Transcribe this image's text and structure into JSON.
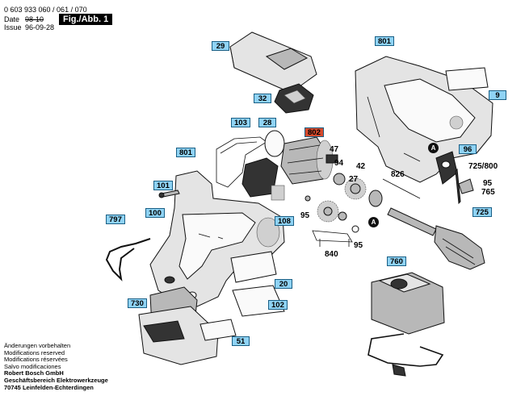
{
  "header": {
    "part_numbers": "0 603 933 060 / 061 / 070",
    "date_line_edition_label": "Date",
    "date_line_edition_value": "98-10",
    "issue_label": "Issue",
    "issue_value": "96-09-28",
    "figure_label": "Fig./Abb. 1"
  },
  "callouts": {
    "c801_top": "801",
    "c801_left": "801",
    "c9": "9",
    "c29": "29",
    "c32": "32",
    "c103": "103",
    "c28": "28",
    "c802": "802",
    "c47": "47",
    "c94": "94",
    "c42": "42",
    "c27": "27",
    "c826": "826",
    "c96": "96",
    "c725_800": "725/800",
    "c95_r": "95",
    "c765": "765",
    "c725": "725",
    "c101": "101",
    "c100": "100",
    "c797": "797",
    "c108": "108",
    "c95_a": "95",
    "c95_b": "95",
    "c840": "840",
    "c760": "760",
    "c20": "20",
    "c730": "730",
    "c102": "102",
    "c51": "51"
  },
  "markers": {
    "a1": "A",
    "a2": "A"
  },
  "footer": {
    "lines": [
      "Änderungen vorbehalten",
      "Modifications reserved",
      "Modifications réservées",
      "Salvo modificaciones"
    ],
    "company": "Robert Bosch GmbH",
    "division": "Geschäftsbereich Elektrowerkzeuge",
    "address": "70745 Leinfelden-Echterdingen"
  }
}
